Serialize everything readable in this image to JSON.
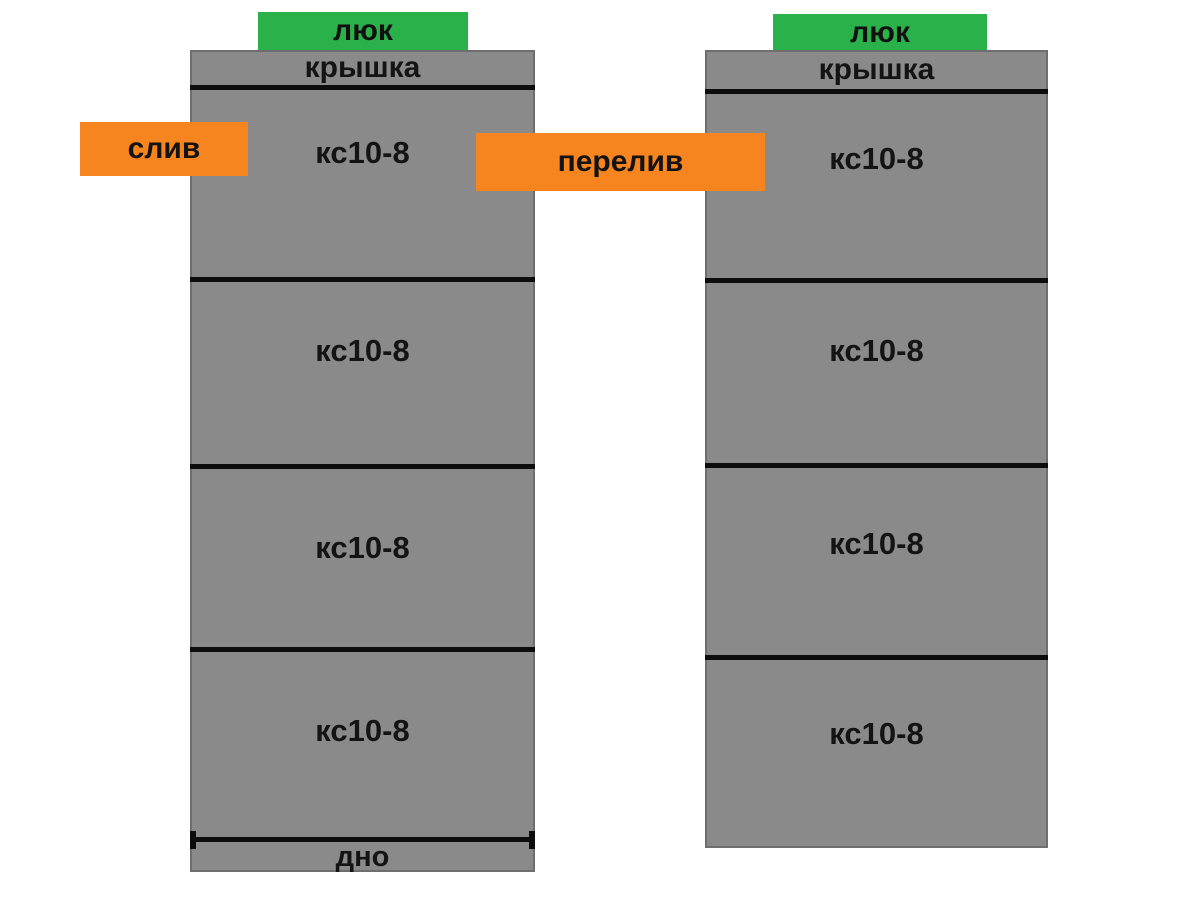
{
  "diagram": {
    "left_well": {
      "hatch_label": "люк",
      "cover_label": "крышка",
      "rings": [
        "кс10-8",
        "кс10-8",
        "кс10-8",
        "кс10-8"
      ],
      "bottom_label": "дно"
    },
    "right_well": {
      "hatch_label": "люк",
      "cover_label": "крышка",
      "rings": [
        "кс10-8",
        "кс10-8",
        "кс10-8",
        "кс10-8"
      ]
    },
    "connections": {
      "drain_label": "слив",
      "overflow_label": "перелив"
    },
    "colors": {
      "ring_gray": "#8a8a8a",
      "hatch_green": "#2bb14a",
      "pipe_orange": "#f6851f",
      "line_black": "#0d0d0d",
      "background": "#ffffff"
    }
  }
}
